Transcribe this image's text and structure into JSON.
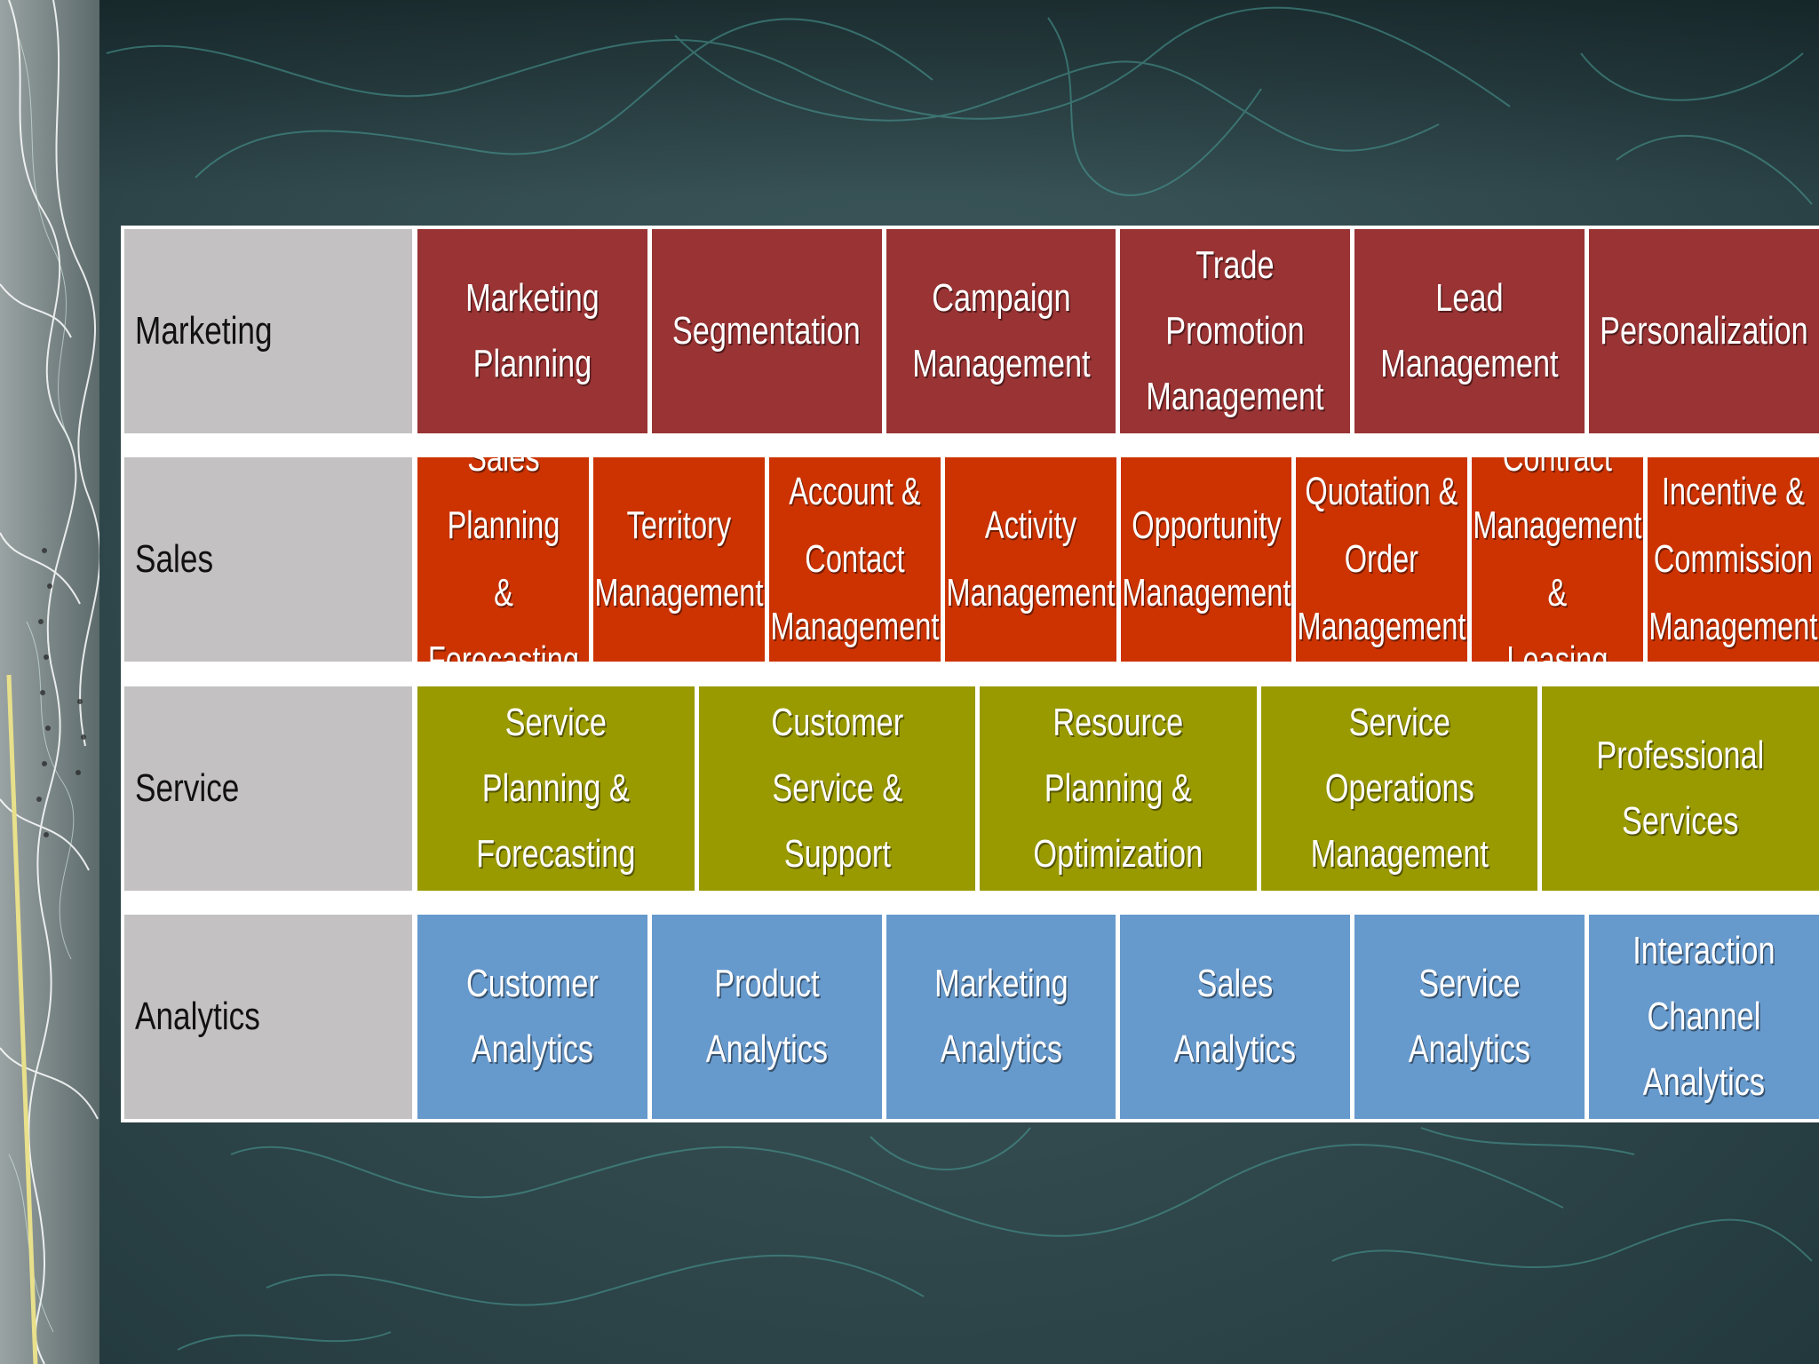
{
  "colors": {
    "background": "#34494d",
    "label": "#c3c1c2",
    "marketing": "#993334",
    "sales": "#cc3300",
    "service": "#999900",
    "analytics": "#6699cc"
  },
  "rows": [
    {
      "label": "Marketing",
      "color": "#993334",
      "cells": [
        "Marketing Planning",
        "Segmentation",
        "Campaign\nManagement",
        "Trade Promotion\nManagement",
        "Lead Management",
        "Personalization"
      ]
    },
    {
      "label": "Sales",
      "color": "#cc3300",
      "cells": [
        "Sales Planning\n& Forecasting",
        "Territory\nManagement",
        "Account &\nContact\nManagement",
        "Activity\nManagement",
        "Opportunity\nManagement",
        "Quotation &\nOrder\nManagement",
        "Contract\nManagement &\nLeasing",
        "Incentive &\nCommission\nManagement"
      ]
    },
    {
      "label": "Service",
      "color": "#999900",
      "cells": [
        "Service Planning &\nForecasting",
        "Customer Service &\nSupport",
        "Resource Planning &\nOptimization",
        "Service Operations\nManagement",
        "Professional Services"
      ]
    },
    {
      "label": "Analytics",
      "color": "#6699cc",
      "cells": [
        "Customer Analytics",
        "Product Analytics",
        "Marketing Analytics",
        "Sales Analytics",
        "Service Analytics",
        "Interaction Channel\nAnalytics"
      ]
    }
  ]
}
